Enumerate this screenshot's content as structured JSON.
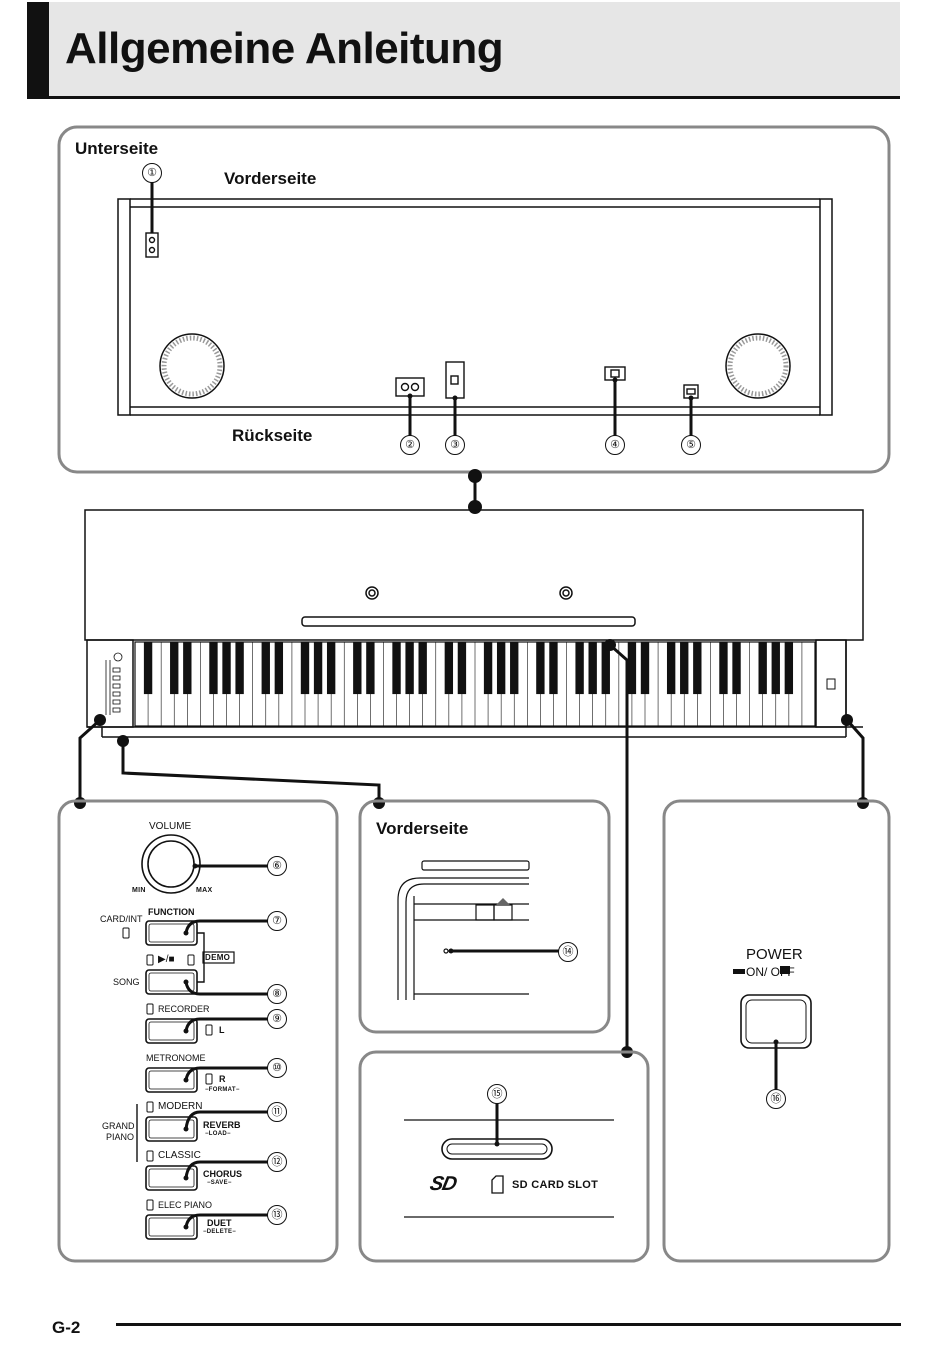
{
  "page": {
    "title": "Allgemeine Anleitung",
    "footer_page": "G-2"
  },
  "bottom_panel": {
    "heading": "Unterseite",
    "front_label": "Vorderseite",
    "back_label": "Rückseite"
  },
  "volume_panel": {
    "volume_label": "VOLUME",
    "min_label": "MIN",
    "max_label": "MAX",
    "card_int_label": "CARD/INT",
    "function_label": "FUNCTION",
    "play_stop_label": "▶/■",
    "demo_label": "DEMO",
    "song_label": "SONG",
    "recorder_label": "RECORDER",
    "l_label": "L",
    "metronome_label": "METRONOME",
    "r_label": "R",
    "format_label": "−FORMAT−",
    "grand_label": "GRAND",
    "piano_label": "PIANO",
    "modern_label": "MODERN",
    "reverb_label": "REVERB",
    "load_label": "−LOAD−",
    "classic_label": "CLASSIC",
    "chorus_label": "CHORUS",
    "save_label": "−SAVE−",
    "elec_piano_label": "ELEC PIANO",
    "duet_label": "DUET",
    "delete_label": "−DELETE−"
  },
  "front_panel": {
    "heading": "Vorderseite"
  },
  "sd_panel": {
    "sd_logo": "SD",
    "slot_label": "SD CARD SLOT"
  },
  "power_panel": {
    "power_label": "POWER",
    "on_off_label": "ON/ OFF"
  },
  "callouts": [
    "①",
    "②",
    "③",
    "④",
    "⑤",
    "⑥",
    "⑦",
    "⑧",
    "⑨",
    "⑩",
    "⑪",
    "⑫",
    "⑬",
    "⑭",
    "⑮",
    "⑯"
  ]
}
